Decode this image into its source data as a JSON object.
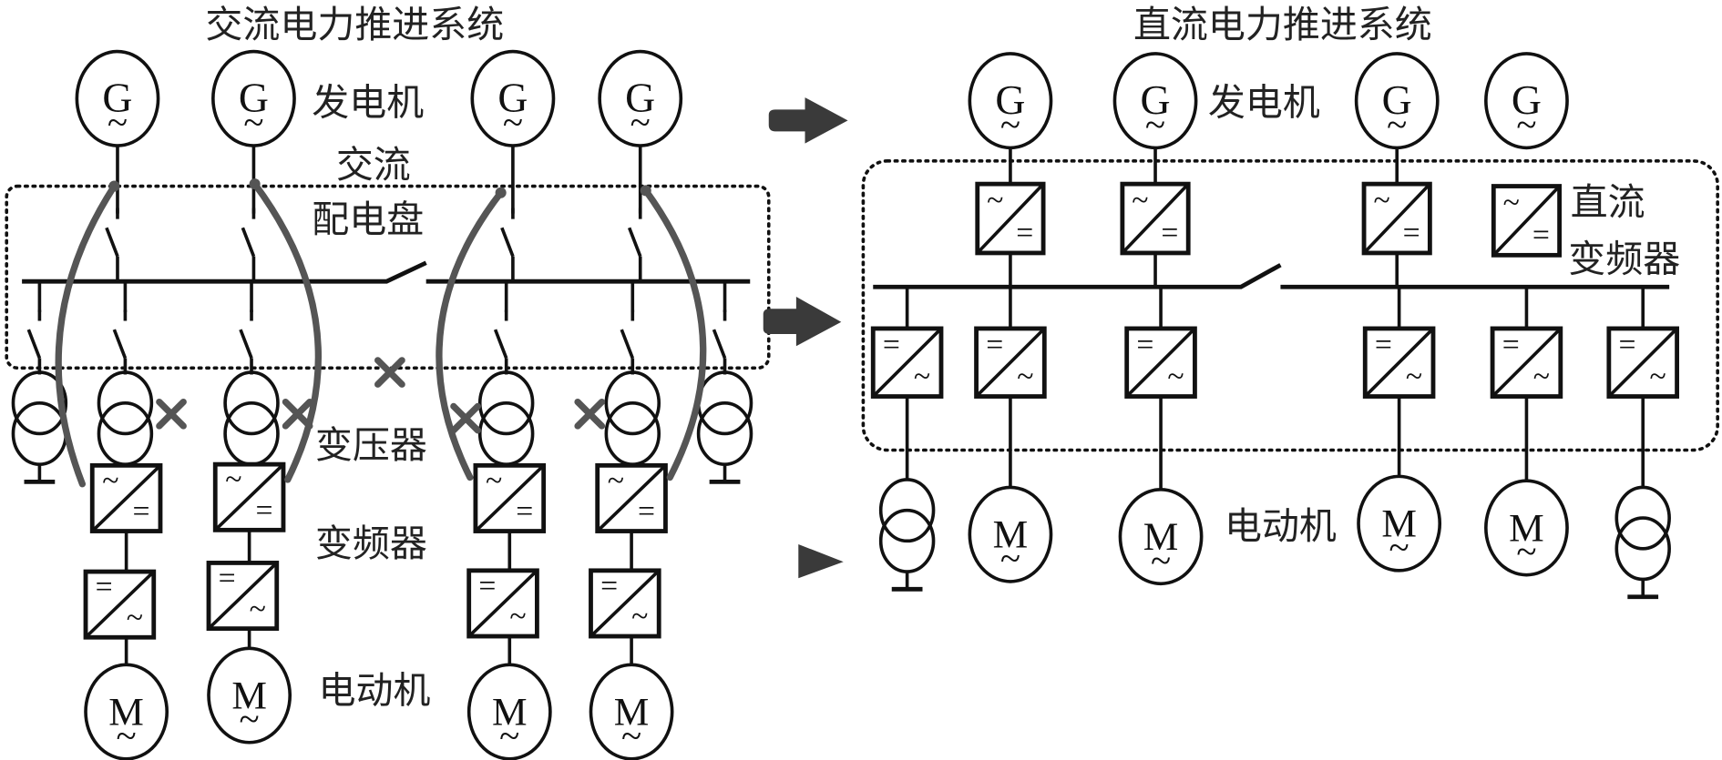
{
  "ac_system": {
    "title": "交流电力推进系统",
    "label_generator": "发电机",
    "label_switchboard_1": "交流",
    "label_switchboard_2": "配电盘",
    "label_transformer": "变压器",
    "label_converter": "变频器",
    "label_motor": "电动机"
  },
  "dc_system": {
    "title": "直流电力推进系统",
    "label_generator": "发电机",
    "label_dc_converter_1": "直流",
    "label_dc_converter_2": "变频器",
    "label_motor": "电动机"
  },
  "symbols": {
    "generator": "G",
    "motor": "M",
    "ac": "~",
    "dc": "="
  },
  "colors": {
    "line": "#111111",
    "highlight_arc": "#555555",
    "arrow": "#3a3a3a"
  }
}
